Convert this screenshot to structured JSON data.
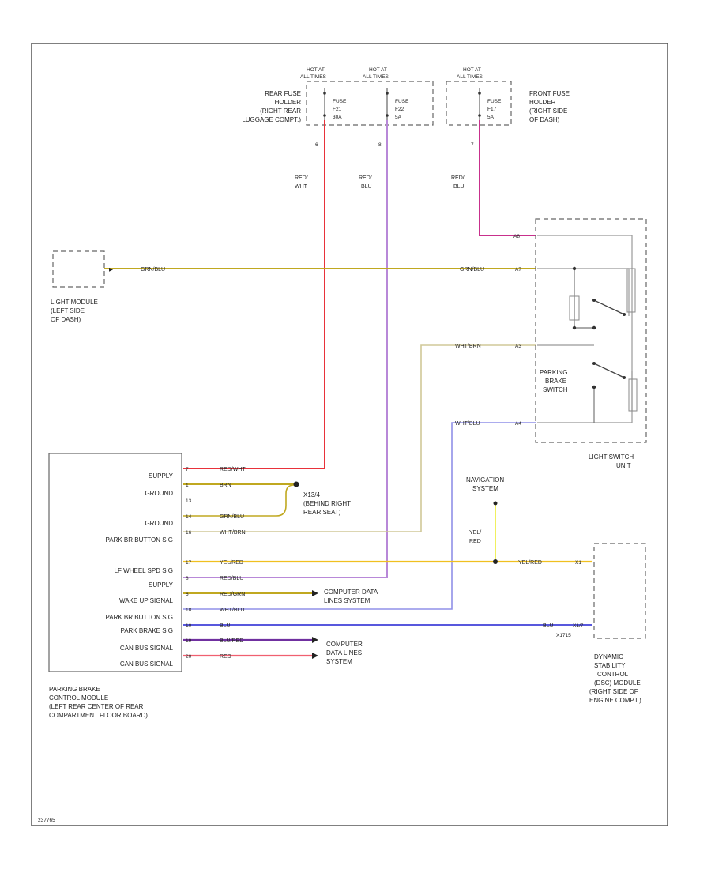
{
  "fuses": [
    {
      "hot": "HOT AT",
      "state": "ALL TIMES",
      "label": "FUSE",
      "number": "F21",
      "amp": "30A",
      "cavity": "6"
    },
    {
      "hot": "HOT AT",
      "state": "ALL TIMES",
      "label": "FUSE",
      "number": "F22",
      "amp": "5A",
      "cavity": "8"
    },
    {
      "hot": "HOT AT",
      "state": "ALL TIMES",
      "label": "FUSE",
      "number": "F17",
      "amp": "5A",
      "cavity": "7"
    }
  ],
  "rear_fuse_holder": [
    "REAR FUSE",
    "HOLDER",
    "(RIGHT REAR",
    "LUGGAGE COMPT.)"
  ],
  "front_fuse_holder": [
    "FRONT FUSE",
    "HOLDER",
    "(RIGHT SIDE",
    "OF DASH)"
  ],
  "vertical_wires": {
    "w1": [
      "RED/",
      "WHT"
    ],
    "w2": [
      "RED/",
      "BLU"
    ],
    "w3": [
      "RED/",
      "BLU"
    ]
  },
  "light_module": [
    "LIGHT MODULE",
    "(LEFT SIDE",
    "OF DASH)"
  ],
  "light_switch_unit": {
    "caption": [
      "LIGHT SWITCH",
      "UNIT"
    ],
    "switch_label": [
      "PARKING",
      "BRAKE",
      "SWITCH"
    ],
    "pins": [
      "A8",
      "A7",
      "A3",
      "A4"
    ],
    "wires": [
      "GRN/BLU",
      "WHT/BRN",
      "WHT/BLU"
    ]
  },
  "parking_brake_module": {
    "caption": [
      "PARKING BRAKE",
      "CONTROL MODULE",
      "(LEFT REAR CENTER OF REAR",
      "COMPARTMENT FLOOR BOARD)"
    ],
    "pins": [
      {
        "pin": "7",
        "label": "SUPPLY",
        "wire": "RED/WHT"
      },
      {
        "pin": "1",
        "label": "GROUND",
        "wire": "BRN"
      },
      {
        "pin": "13",
        "label": "",
        "wire": ""
      },
      {
        "pin": "14",
        "label": "GROUND",
        "wire": "GRN/BLU"
      },
      {
        "pin": "16",
        "label": "PARK BR BUTTON SIG",
        "wire": "WHT/BRN"
      },
      {
        "pin": "",
        "label": "",
        "wire": ""
      },
      {
        "pin": "17",
        "label": "LF WHEEL SPD SIG",
        "wire": "YEL/RED"
      },
      {
        "pin": "8",
        "label": "SUPPLY",
        "wire": "RED/BLU"
      },
      {
        "pin": "6",
        "label": "WAKE UP SIGNAL",
        "wire": "RED/GRN"
      },
      {
        "pin": "18",
        "label": "PARK BR BUTTON SIG",
        "wire": "WHT/BLU"
      },
      {
        "pin": "10",
        "label": "PARK BRAKE SIG",
        "wire": "BLU"
      },
      {
        "pin": "19",
        "label": "CAN BUS SIGNAL",
        "wire": "BLU/RED"
      },
      {
        "pin": "20",
        "label": "CAN BUS SIGNAL",
        "wire": "RED"
      }
    ]
  },
  "ground": [
    "X13/4",
    "(BEHIND RIGHT",
    "REAR SEAT)"
  ],
  "data_lines_1": [
    "COMPUTER DATA",
    "LINES SYSTEM"
  ],
  "data_lines_2": [
    "COMPUTER",
    "DATA LINES",
    "SYSTEM"
  ],
  "navigation": {
    "label": [
      "NAVIGATION",
      "SYSTEM"
    ],
    "wire": [
      "YEL/",
      "RED"
    ]
  },
  "dsc_module": {
    "caption": [
      "DYNAMIC",
      "STABILITY",
      "CONTROL",
      "(DSC) MODULE",
      "(RIGHT SIDE OF",
      "ENGINE COMPT.)"
    ],
    "pins": [
      "X1",
      "X1/7"
    ],
    "connector": "X1715",
    "wires": [
      "YEL/RED",
      "BLU"
    ]
  },
  "footer": "237765",
  "colors": {
    "red": "#e8323a",
    "pink": "#c8308c",
    "purple": "#b888d8",
    "olive": "#c0a820",
    "tan": "#d0c898",
    "blue": "#9090e8",
    "yellow": "#f0c020",
    "darkblue": "#4040d8"
  }
}
